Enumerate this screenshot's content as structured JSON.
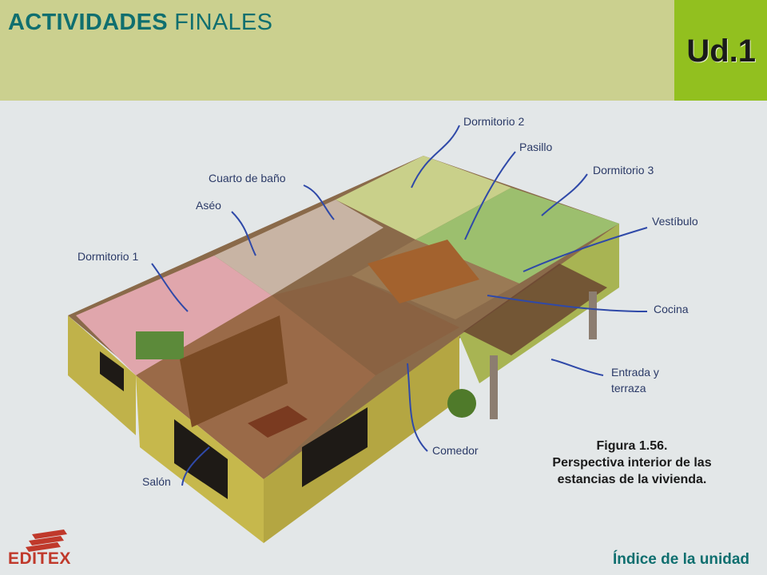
{
  "header": {
    "title_bold": "ACTIVIDADES",
    "title_light": "FINALES",
    "unit": "Ud.1"
  },
  "figure": {
    "labels": {
      "dormitorio2": "Dormitorio 2",
      "pasillo": "Pasillo",
      "dormitorio3": "Dormitorio 3",
      "cuarto_bano": "Cuarto de baño",
      "aseo": "Aséo",
      "vestibulo": "Vestíbulo",
      "dormitorio1": "Dormitorio 1",
      "cocina": "Cocina",
      "entrada1": "Entrada y",
      "entrada2": "terraza",
      "comedor": "Comedor",
      "salon": "Salón"
    },
    "caption_line1": "Figura 1.56.",
    "caption_line2": "Perspectiva interior de las",
    "caption_line3": "estancias de la vivienda."
  },
  "footer": {
    "logo_text": "EDITEX",
    "index_link": "Índice de la unidad"
  },
  "colors": {
    "header_bg": "#cbd08f",
    "unit_bg": "#92c01f",
    "title_color": "#0f6f6f",
    "label_color": "#2b3a67",
    "logo_color": "#c0392b"
  }
}
